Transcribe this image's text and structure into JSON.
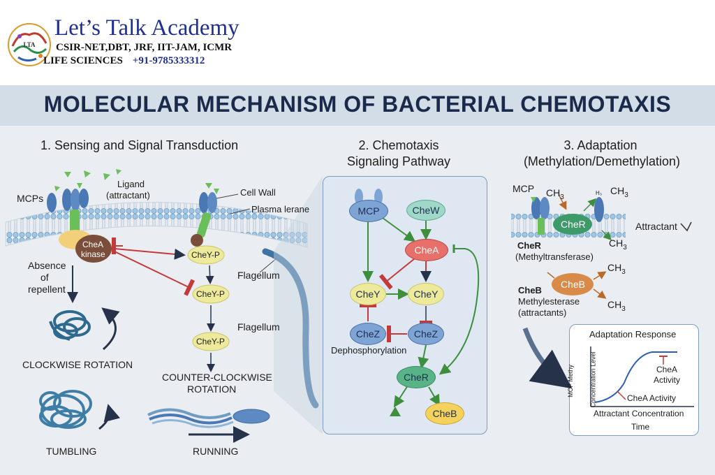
{
  "header": {
    "brand": "Let’s Talk Academy",
    "line1": "CSIR-NET,DBT, JRF, IIT-JAM, ICMR",
    "line2_subject": "LIFE SCIENCES",
    "line2_phone": "+91-9785333312",
    "logo_text": "LTA"
  },
  "title": "MOLECULAR MECHANISM OF BACTERIAL CHEMOTAXIS",
  "section1": {
    "title": "1. Sensing and Signal Transduction",
    "mcps": "MCPs",
    "ligand1": "Ligand",
    "ligand2": "(attractant)",
    "cell_wall": "Cell Wall",
    "plasma": "Plasma lerane",
    "chea1": "CheA",
    "chea2": "kinase",
    "absence1": "Absence",
    "absence2": "of",
    "absence3": "repellent",
    "chey_p1": "CheY-P",
    "chey_p2": "CheY-P",
    "chey_p3": "CheY-P",
    "flagellum1": "Flagellum",
    "flagellum2": "Flagellum",
    "clockwise": "CLOCKWISE ROTATION",
    "ccw1": "COUNTER-CLOCKWISE",
    "ccw2": "ROTATION",
    "tumbling": "TUMBLING",
    "running": "RUNNING"
  },
  "section2": {
    "title1": "2. Chemotaxis",
    "title2": "Signaling Pathway",
    "mcp": "MCP",
    "chew": "CheW",
    "chea": "CheA",
    "chey_left": "CheY",
    "chey_right": "CheY",
    "chez_left": "CheZ",
    "chez_right": "CheZ",
    "dephos": "Dephosphorylation",
    "cher": "CheR",
    "cheb": "CheB"
  },
  "section3": {
    "title1": "3. Adaptation",
    "title2": "(Methylation/Demethylation)",
    "mcp": "MCP",
    "ch3_a": "CH",
    "ch3_b": "CH",
    "ch3_c": "CH",
    "ch3_d": "CH",
    "ch3_e": "CH",
    "sub3": "3",
    "h3_small": "H₃",
    "cher": "CheR",
    "attractant": "Attractant",
    "cher_bold": "CheR",
    "cher_desc": "(Methyltransferase)",
    "cheb": "CheB",
    "cheb_bold": "CheB",
    "cheb_desc1": "Methylesterase",
    "cheb_desc2": "(attractants)",
    "graph_title": "Adaptation Response",
    "graph_ylabel1": "MCP Methy",
    "graph_ylabel2": "Concentration Level",
    "graph_chea1": "CheA",
    "graph_chea2": "Activity",
    "graph_chea3": "CheA Activity",
    "graph_xlabel": "Attractant Concentration",
    "graph_time": "Time"
  },
  "colors": {
    "navy": "#1b2a4a",
    "brand_blue": "#1f2f8f",
    "banner": "#d3dde7",
    "panel": "#eaedf1",
    "membrane_blue": "#9fc6e4",
    "receptor_blue": "#4a78b5",
    "receptor_green": "#6abf5a",
    "chea_brown": "#7a4e3b",
    "chey_yellow": "#eeea9c",
    "chea_red": "#e8706a",
    "chew_teal": "#9fd8c7",
    "chez_blue": "#7ea4d6",
    "cher_green": "#58b486",
    "cheb_orange": "#d98a48",
    "cheb_yellow": "#f5d25c",
    "inhibit_red": "#c43a3a",
    "activate_green": "#3d8f3d"
  }
}
